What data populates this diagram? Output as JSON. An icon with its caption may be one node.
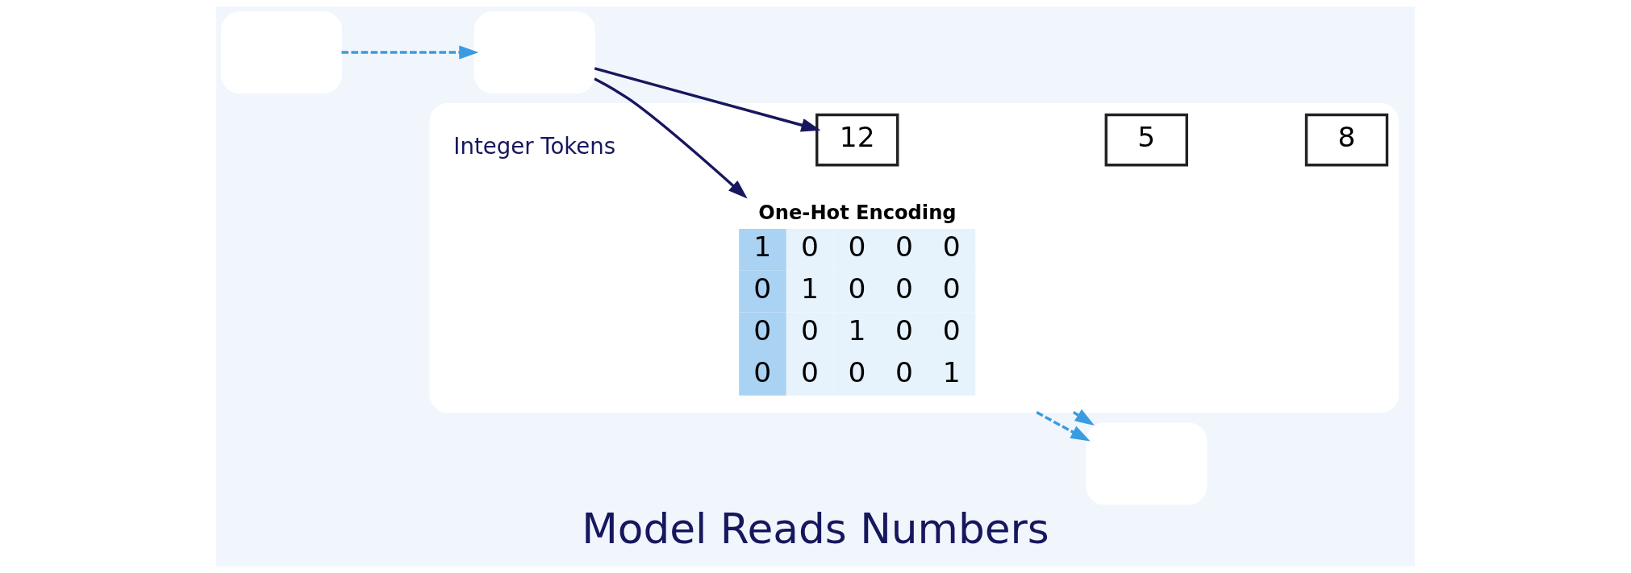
{
  "diagram": {
    "title": "Model Reads Numbers",
    "nodes": [
      {
        "text": [],
        "shape": "box"
      },
      {
        "text": [],
        "shape": "box"
      },
      {
        "text": [],
        "shape": "box"
      },
      {
        "text": [
          "12"
        ],
        "in": 2
      },
      {
        "text": [
          "5"
        ],
        "in": 2
      },
      {
        "text": [
          "8"
        ],
        "in": 2
      },
      {
        "text": [
          "1",
          "0",
          "0",
          "0",
          "0",
          "0",
          "1",
          "0",
          "0",
          "0",
          "0",
          "0",
          "1",
          "0",
          "0",
          "0",
          "0",
          "0",
          "0",
          "1"
        ],
        "in": 2,
        "beside": [
          "One-Hot Encoding"
        ]
      },
      {
        "text": [],
        "shape": "box"
      }
    ],
    "edges": [
      {
        "from": 0,
        "to": 1,
        "arrow": "to",
        "style": "dashed"
      },
      {
        "from": 1,
        "to": 3,
        "arrow": "to",
        "color": "#17175e"
      },
      {
        "from": 1,
        "to": 6,
        "arrow": "to",
        "color": "#17175e"
      },
      {
        "from": 2,
        "to": 7,
        "arrow": "to",
        "style": "dashed"
      },
      {
        "from": 2,
        "to": 7,
        "arrow": "to",
        "style": "dashed"
      }
    ],
    "labels": [
      "Integer Tokens"
    ]
  }
}
